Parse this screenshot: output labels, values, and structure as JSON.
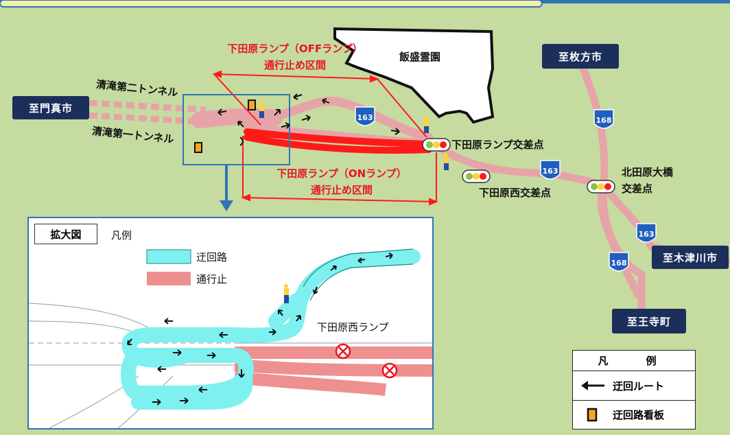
{
  "destinations": {
    "kadoma": "至門真市",
    "hirakata": "至枚方市",
    "kizugawa": "至木津川市",
    "ojicho": "至王寺町"
  },
  "places": {
    "tunnel2": "清滝第二トンネル",
    "tunnel1": "清滝第一トンネル",
    "cemetery": "飯盛霊園",
    "shimotawara_ramp_ix": "下田原ランプ交差点",
    "shimotawara_nishi_ix": "下田原西交差点",
    "kitatawara_bridge_line1": "北田原大橋",
    "kitatawara_bridge_line2": "交差点"
  },
  "closures": {
    "off_line1": "下田原ランプ（OFFランプ）",
    "off_line2": "通行止め区間",
    "on_line1": "下田原ランプ（ONランプ）",
    "on_line2": "通行止め区間"
  },
  "route_shields": [
    "163",
    "163",
    "168",
    "163",
    "168"
  ],
  "inset": {
    "title": "拡大図",
    "legend_title": "凡例",
    "detour_label": "迂回路",
    "closed_label": "通行止",
    "ramp_label": "下田原西ランプ"
  },
  "legend": {
    "title": "凡　例",
    "detour_route": "迂回ルート",
    "detour_sign": "迂回路看板"
  },
  "colors": {
    "background": "#c6dba0",
    "closed_road": "#e88a8a",
    "closure_red": "#ff1a1a",
    "detour_cyan": "#7ff0f0",
    "navy": "#1b2f5a",
    "sign_orange": "#f5a623",
    "shield_blue": "#1f5fbf"
  }
}
